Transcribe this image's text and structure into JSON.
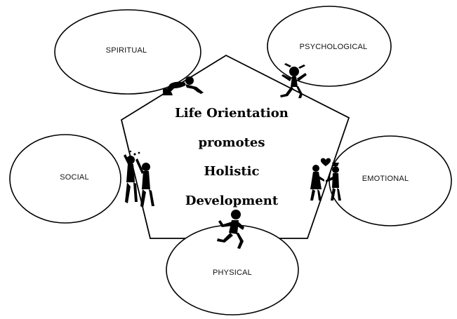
{
  "center_text": {
    "line1": "Life Orientation",
    "line2": "promotes",
    "line3": "Holistic",
    "line4": "Development"
  },
  "nodes": {
    "spiritual": "SPIRITUAL",
    "psychological": "PSYCHOLOGICAL",
    "social": "SOCIAL",
    "emotional": "EMOTIONAL",
    "physical": "PHYSICAL"
  },
  "icons": {
    "spiritual": "kneeling-praying-figure-icon",
    "psychological": "stressed-figure-icon",
    "social": "two-friends-high-five-icon",
    "emotional": "couple-in-love-icon",
    "physical": "running-figure-icon"
  },
  "colors": {
    "stroke": "#000000",
    "background": "#ffffff"
  }
}
